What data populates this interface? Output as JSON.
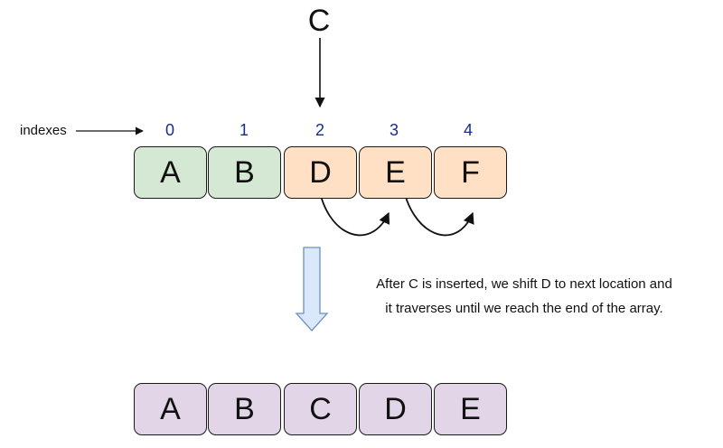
{
  "inserted_letter": "C",
  "indexes_label": "indexes",
  "indexes": [
    "0",
    "1",
    "2",
    "3",
    "4"
  ],
  "top_row": [
    {
      "letter": "A",
      "fill": "#d5e8d4"
    },
    {
      "letter": "B",
      "fill": "#d5e8d4"
    },
    {
      "letter": "D",
      "fill": "#ffe0c4"
    },
    {
      "letter": "E",
      "fill": "#ffe0c4"
    },
    {
      "letter": "F",
      "fill": "#ffe0c4"
    }
  ],
  "note_lines": [
    "After C is inserted, we shift D to next location and",
    "it traverses until we reach the end of the array."
  ],
  "bottom_row": [
    {
      "letter": "A",
      "fill": "#e1d5e7"
    },
    {
      "letter": "B",
      "fill": "#e1d5e7"
    },
    {
      "letter": "C",
      "fill": "#e1d5e7"
    },
    {
      "letter": "D",
      "fill": "#e1d5e7"
    },
    {
      "letter": "E",
      "fill": "#e1d5e7"
    }
  ],
  "colors": {
    "index_text": "#1b2a8f",
    "down_arrow_fill": "#dae8fc",
    "down_arrow_stroke": "#6c8ebf"
  }
}
